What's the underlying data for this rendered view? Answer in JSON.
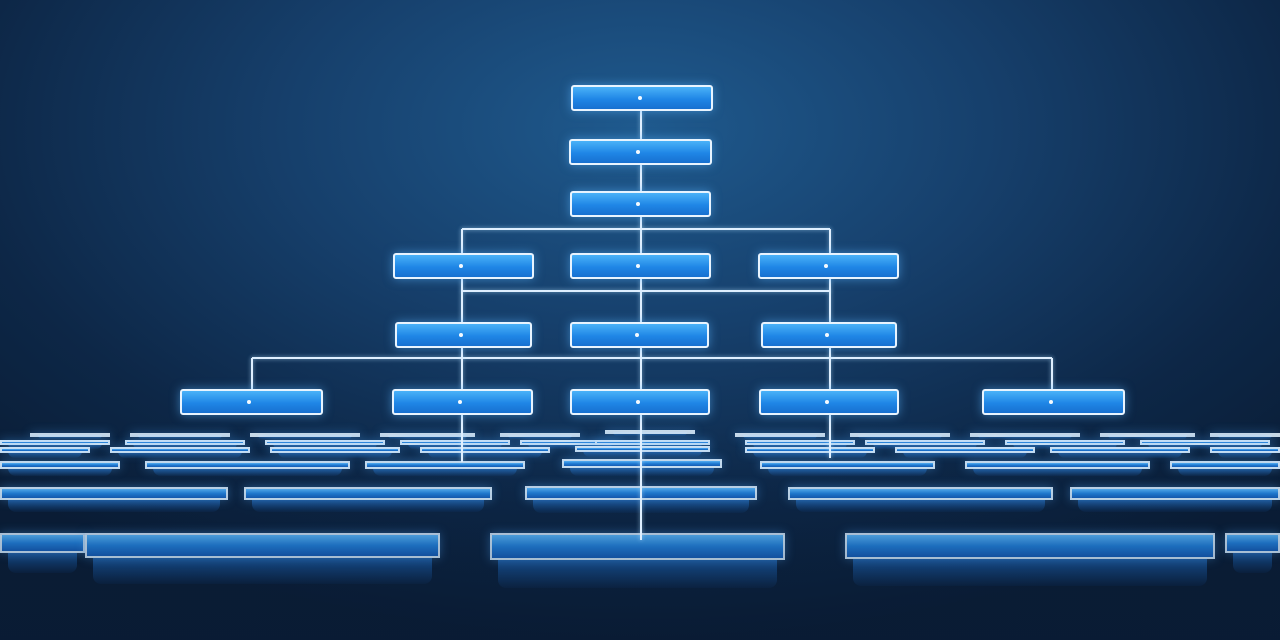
{
  "diagram": {
    "colors": {
      "background": "#163f6b",
      "node_fill": "#1f86e6",
      "node_border": "#e8f4ff",
      "connector": "#dfefff"
    },
    "nodes": [
      {
        "id": "n1",
        "label": ""
      },
      {
        "id": "n2",
        "label": ""
      },
      {
        "id": "n3",
        "label": ""
      },
      {
        "id": "n4",
        "label": ""
      },
      {
        "id": "n5",
        "label": ""
      },
      {
        "id": "n6",
        "label": ""
      },
      {
        "id": "n7",
        "label": ""
      },
      {
        "id": "n8",
        "label": ""
      },
      {
        "id": "n9",
        "label": ""
      },
      {
        "id": "n10",
        "label": ""
      },
      {
        "id": "n11",
        "label": ""
      },
      {
        "id": "n12",
        "label": ""
      },
      {
        "id": "n13",
        "label": ""
      },
      {
        "id": "n14",
        "label": ""
      }
    ],
    "edges": [
      [
        "n1",
        "n2"
      ],
      [
        "n2",
        "n3"
      ],
      [
        "n3",
        "n4"
      ],
      [
        "n3",
        "n5"
      ],
      [
        "n3",
        "n6"
      ],
      [
        "n4",
        "n7"
      ],
      [
        "n5",
        "n8"
      ],
      [
        "n6",
        "n9"
      ],
      [
        "n8",
        "n10"
      ],
      [
        "n7",
        "n11"
      ],
      [
        "n8",
        "n12"
      ],
      [
        "n9",
        "n13"
      ],
      [
        "n8",
        "n14"
      ]
    ]
  }
}
